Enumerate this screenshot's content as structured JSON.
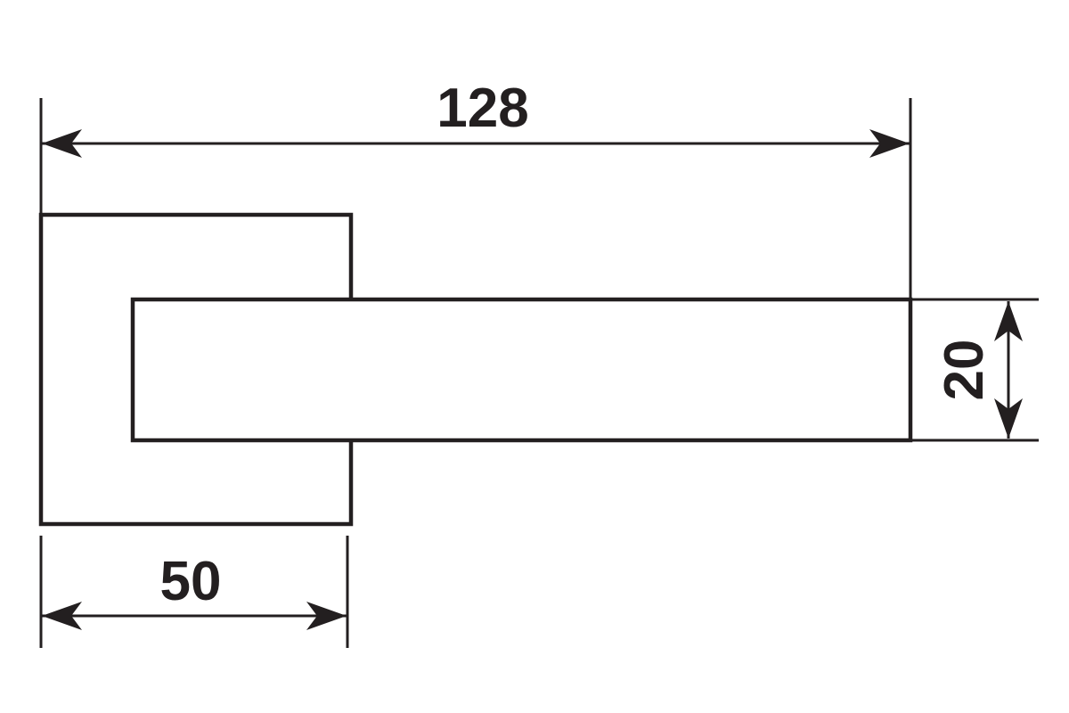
{
  "drawing": {
    "background_color": "#ffffff",
    "line_color": "#231f20",
    "dimensions": {
      "overall_length": {
        "label": "128"
      },
      "plate_width": {
        "label": "50"
      },
      "lever_height": {
        "label": "20"
      }
    }
  }
}
